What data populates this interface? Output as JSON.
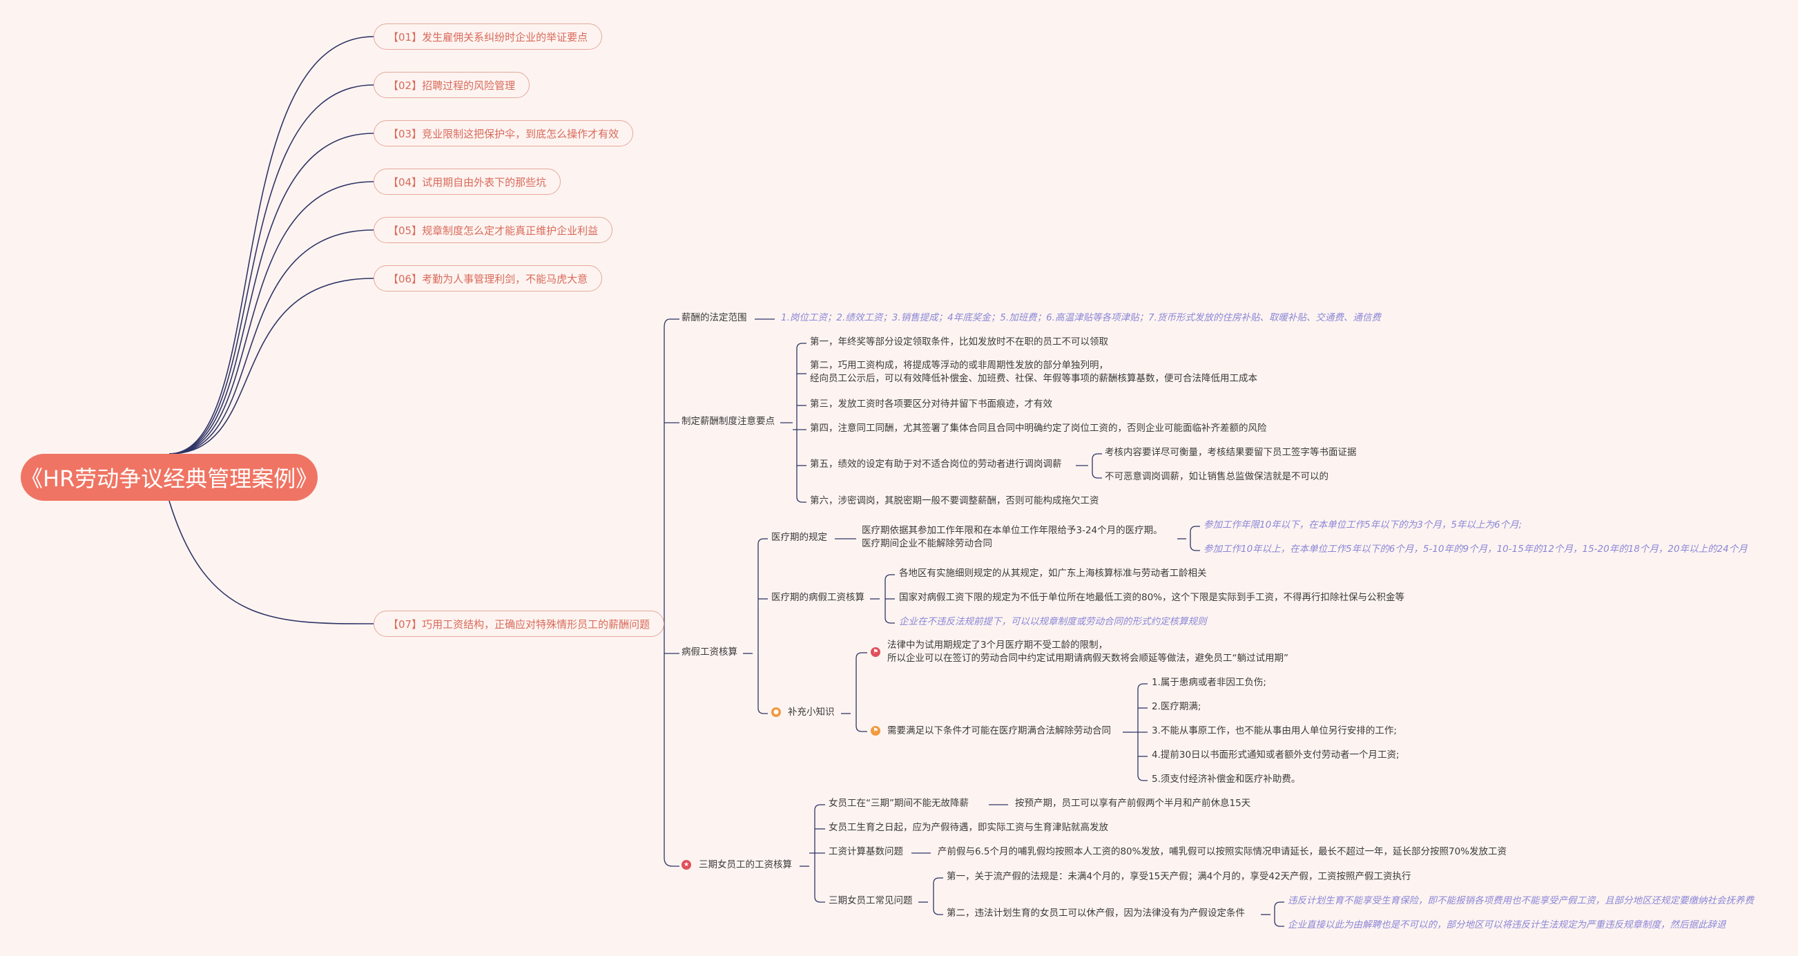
{
  "root": "《HR劳动争议经典管理案例》",
  "branches": [
    "【01】发生雇佣关系纠纷时企业的举证要点",
    "【02】招聘过程的风险管理",
    "【03】竞业限制这把保护伞，到底怎么操作才有效",
    "【04】试用期自由外表下的那些坑",
    "【05】规章制度怎么定才能真正维护企业利益",
    "【06】考勤为人事管理利剑，不能马虎大意",
    "【07】巧用工资结构，正确应对特殊情形员工的薪酬问题"
  ],
  "salary_scope": {
    "label": "薪酬的法定范围",
    "items": "1.岗位工资；2.绩效工资；3.销售提成；4年底奖金；5.加班费；6.高温津贴等各项津贴；7.货币形式发放的住房补贴、取暖补贴、交通费、通信费"
  },
  "salary_system": {
    "label": "制定薪酬制度注意要点",
    "p1": "第一，年终奖等部分设定领取条件，比如发放时不在职的员工不可以领取",
    "p2a": "第二，巧用工资构成，将提成等浮动的或非周期性发放的部分单独列明，",
    "p2b": "经向员工公示后，可以有效降低补偿金、加班费、社保、年假等事项的薪酬核算基数，便可合法降低用工成本",
    "p3": "第三，发放工资时各项要区分对待并留下书面痕迹，才有效",
    "p4": "第四，注意同工同酬，尤其签署了集体合同且合同中明确约定了岗位工资的，否则企业可能面临补齐差额的风险",
    "p5": "第五，绩效的设定有助于对不适合岗位的劳动者进行调岗调薪",
    "p5a": "考核内容要详尽可衡量，考核结果要留下员工签字等书面证据",
    "p5b": "不可恶意调岗调薪，如让销售总监做保洁就是不可以的",
    "p6": "第六，涉密调岗，其脱密期一般不要调整薪酬，否则可能构成拖欠工资"
  },
  "sick_leave": {
    "label": "病假工资核算",
    "medical_period": {
      "label": "医疗期的规定",
      "text1": "医疗期依据其参加工作年限和在本单位工作年限给予3-24个月的医疗期。",
      "text2": "医疗期间企业不能解除劳动合同",
      "note1": "参加工作年限10年以下，在本单位工作5年以下的为3个月，5年以上为6个月;",
      "note2": "参加工作10年以上，在本单位工作5年以下的6个月，5-10年的9个月，10-15年的12个月，15-20年的18个月，20年以上的24个月"
    },
    "sick_pay": {
      "label": "医疗期的病假工资核算",
      "t1": "各地区有实施细则规定的从其规定，如广东上海核算标准与劳动者工龄相关",
      "t2": "国家对病假工资下限的规定为不低于单位所在地最低工资的80%，这个下限是实际到手工资，不得再行扣除社保与公积金等",
      "t3": "企业在不违反法规前提下，可以以规章制度或劳动合同的形式约定核算规则"
    },
    "tips": {
      "label": "补充小知识",
      "t1a": "法律中为试用期规定了3个月医疗期不受工龄的限制，",
      "t1b": "所以企业可以在签订的劳动合同中约定试用期请病假天数将会顺延等做法，避免员工“躺过试用期”",
      "t2": "需要满足以下条件才可能在医疗期满合法解除劳动合同",
      "conds": [
        "1.属于患病或者非因工负伤;",
        "2.医疗期满;",
        "3.不能从事原工作，也不能从事由用人单位另行安排的工作;",
        "4.提前30日以书面形式通知或者额外支付劳动者一个月工资;",
        "5.须支付经济补偿金和医疗补助费。"
      ]
    }
  },
  "three_periods": {
    "label": "三期女员工的工资核算",
    "a1": "女员工在“三期”期间不能无故降薪",
    "a1b": "按预产期，员工可以享有产前假两个半月和产前休息15天",
    "a2": "女员工生育之日起，应为产假待遇，即实际工资与生育津贴就高发放",
    "a3": "工资计算基数问题",
    "a3b": "产前假与6.5个月的哺乳假均按照本人工资的80%发放，哺乳假可以按照实际情况申请延长，最长不超过一年，延长部分按照70%发放工资",
    "a4": "三期女员工常见问题",
    "a4_1": "第一，关于流产假的法规是：未满4个月的，享受15天产假；满4个月的，享受42天产假，工资按照产假工资执行",
    "a4_2": "第二，违法计划生育的女员工可以休产假，因为法律没有为产假设定条件",
    "a4_2a": "违反计划生育不能享受生育保险，即不能报销各项费用也不能享受产假工资，且部分地区还规定要缴纳社会抚养费",
    "a4_2b": "企业直接以此为由解聘也是不可以的，部分地区可以将违反计生法规定为严重违反规章制度，然后据此辞退"
  },
  "colors": {
    "root": "#f07463",
    "pill_border": "#e5a89d",
    "pill_text": "#d96a5a",
    "line": "#2f3466",
    "note": "#8b86d6",
    "icon_red": "#e0505a",
    "icon_orange": "#f19a3e"
  }
}
